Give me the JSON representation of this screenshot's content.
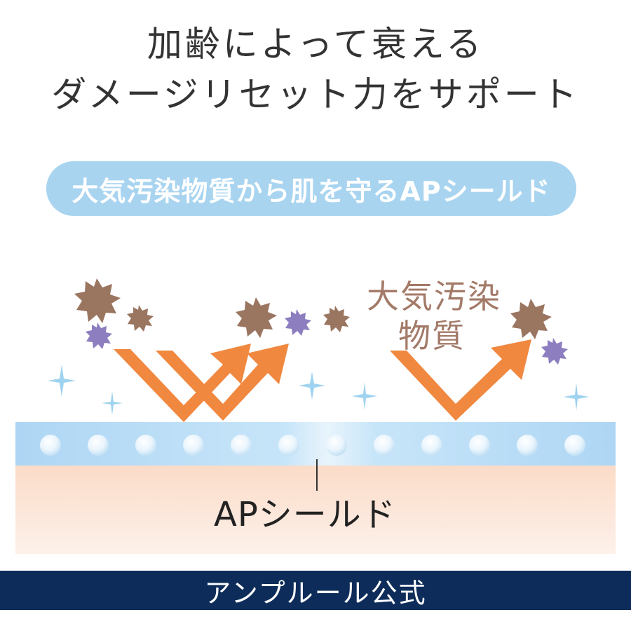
{
  "headline": {
    "line1": "加齢によって衰える",
    "line2": "ダメージリセット力をサポート"
  },
  "pill": {
    "text": "大気汚染物質から肌を守るAPシールド",
    "color": "#a8d4f0"
  },
  "pollutant_label": {
    "line1": "大気汚染",
    "line2": "物質"
  },
  "shield_label": "APシールド",
  "footer": {
    "text": "アンプルール公式",
    "color": "#0d2c5a"
  },
  "colors": {
    "brown_particle": "#9a7560",
    "purple_particle": "#8d7ec0",
    "arrow": "#f08840",
    "shield": "#aed6f4",
    "skin": "#fbe1cf",
    "sparkle": "#9fd3ef"
  },
  "icons": [
    "brown-particle-icon",
    "purple-particle-icon",
    "orange-arrow-icon",
    "sparkle-icon",
    "shield-bubble-icon"
  ]
}
